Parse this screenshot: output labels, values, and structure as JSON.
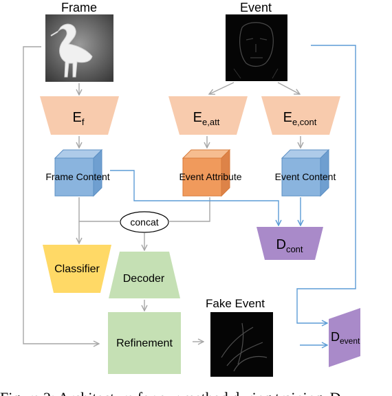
{
  "labels": {
    "frame": "Frame",
    "event": "Event",
    "ef_main": "E",
    "ef_sub": "f",
    "eatt_main": "E",
    "eatt_sub": "e,att",
    "econt_main": "E",
    "econt_sub": "e,cont",
    "frame_content": "Frame Content",
    "event_attribute": "Event Attribute",
    "event_content": "Event Content",
    "concat": "concat",
    "dcont_main": "D",
    "dcont_sub": "cont",
    "classifier": "Classifier",
    "decoder": "Decoder",
    "fake_event": "Fake Event",
    "refinement": "Refinement",
    "devent_main": "D",
    "devent_sub": "event"
  },
  "caption": "Figure 2: Architecture for our method during training. D",
  "colors": {
    "encoder": "#f8cbad",
    "cube_blue": "#8ab4de",
    "cube_orange": "#f09a5c",
    "discriminator": "#a98ac9",
    "classifier": "#ffd966",
    "decoder_green": "#c5e0b4",
    "arrow_gray": "#a6a6a6",
    "arrow_blue": "#5b9bd5"
  }
}
